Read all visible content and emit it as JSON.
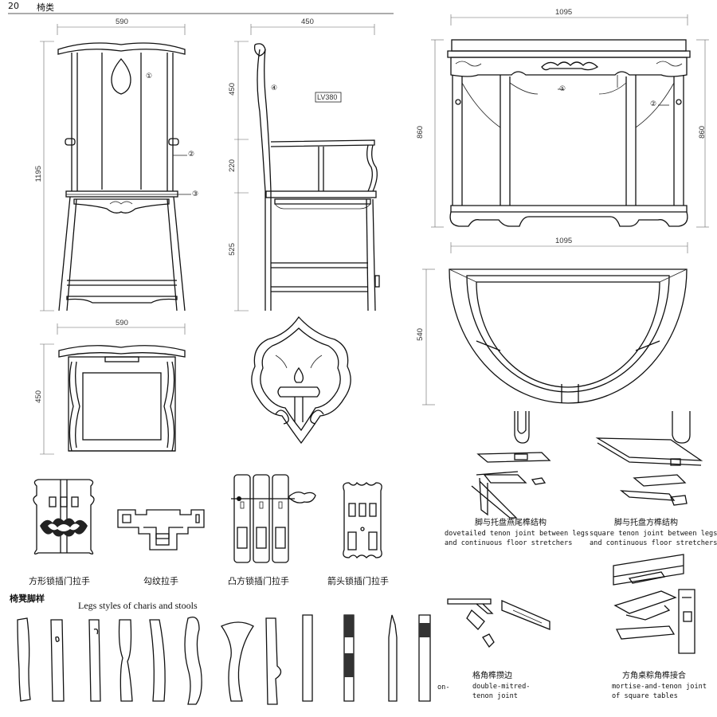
{
  "header": {
    "page_number": "20",
    "section": "椅类"
  },
  "chair": {
    "front": {
      "width": "590",
      "height": "1195",
      "callouts": [
        "①",
        "②",
        "③"
      ]
    },
    "side": {
      "width": "450",
      "upper": "450",
      "middle": "220",
      "lower": "525",
      "callout": "④",
      "tag": "LV380"
    },
    "top": {
      "width": "590",
      "depth": "450"
    }
  },
  "table": {
    "front": {
      "width": "1095",
      "height_left": "860",
      "height_right": "860",
      "callouts": [
        "①",
        "②"
      ]
    },
    "plan": {
      "width": "1095",
      "depth": "540"
    }
  },
  "handles": [
    {
      "label": "方形锁插门拉手"
    },
    {
      "label": "勾纹拉手"
    },
    {
      "label": "凸方锁插门拉手"
    },
    {
      "label": "箭头锁插门拉手"
    }
  ],
  "joints": [
    {
      "cn": "脚与托盘燕尾榫结构",
      "en": [
        "dovetailed tenon joint between legs",
        "and continuous floor stretchers"
      ]
    },
    {
      "cn": "脚与托盘方榫结构",
      "en": [
        "square tenon joint between legs",
        "and continuous floor stretchers"
      ]
    },
    {
      "cn": "格角榫攒边",
      "en": [
        "double-mitred-",
        "tenon joint"
      ]
    },
    {
      "cn": "方角桌粽角榫接合",
      "en": [
        "mortise-and-tenon joint",
        "of square tables"
      ]
    }
  ],
  "legs": {
    "title_cn": "椅凳脚样",
    "title_en": "Legs styles of charis and stools",
    "fragment": "on-"
  }
}
